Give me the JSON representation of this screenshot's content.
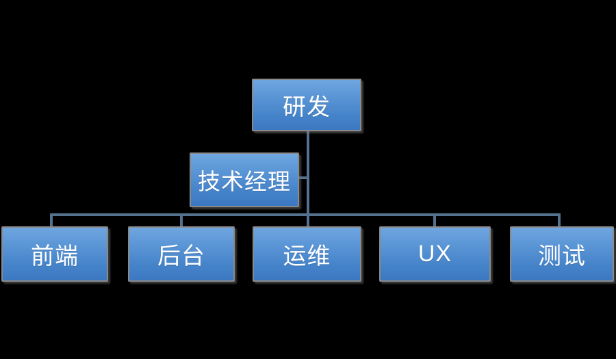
{
  "diagram": {
    "type": "org-chart",
    "background": "#000000",
    "colors": {
      "box_gradient_top": "#6fa6e0",
      "box_gradient_bottom": "#3c78c2",
      "box_border": "#8a8a8a",
      "connector": "#54718e",
      "text": "#ffffff"
    },
    "root": {
      "label": "研发"
    },
    "assistant": {
      "label": "技术经理"
    },
    "children": [
      {
        "label": "前端"
      },
      {
        "label": "后台"
      },
      {
        "label": "运维"
      },
      {
        "label": "UX"
      },
      {
        "label": "测试"
      }
    ]
  }
}
